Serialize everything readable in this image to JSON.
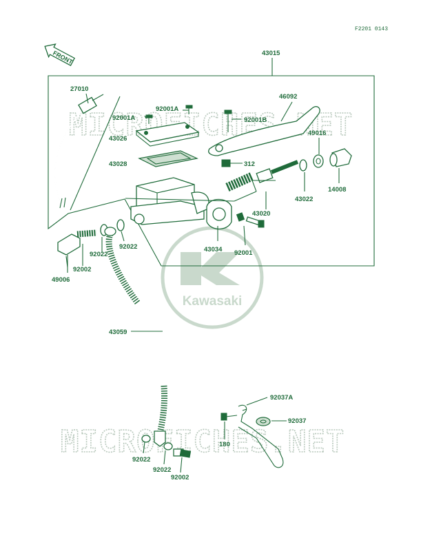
{
  "diagram_code": "F2201 0143",
  "front_label": "FRONT",
  "logo_text": "Kawasaki",
  "watermark_text": "MICROFICHES.NET",
  "colors": {
    "ink": "#1f6b3a",
    "watermark": "#b9c9bd",
    "background": "#ffffff"
  },
  "parts": {
    "p43015": "43015",
    "p27010": "27010",
    "p92001A_1": "92001A",
    "p92001A_2": "92001A",
    "p92001B": "92001B",
    "p46092": "46092",
    "p43026": "43026",
    "p43028": "43028",
    "p312": "312",
    "p49016": "49016",
    "p43022": "43022",
    "p14008": "14008",
    "p43020": "43020",
    "p43034": "43034",
    "p92001": "92001",
    "p92022_1": "92022",
    "p92022_2": "92022",
    "p92002_1": "92002",
    "p49006": "49006",
    "p43059": "43059",
    "p92037A": "92037A",
    "p92037": "92037",
    "p180": "180",
    "p92022_3": "92022",
    "p92022_4": "92022",
    "p92002_2": "92002"
  }
}
